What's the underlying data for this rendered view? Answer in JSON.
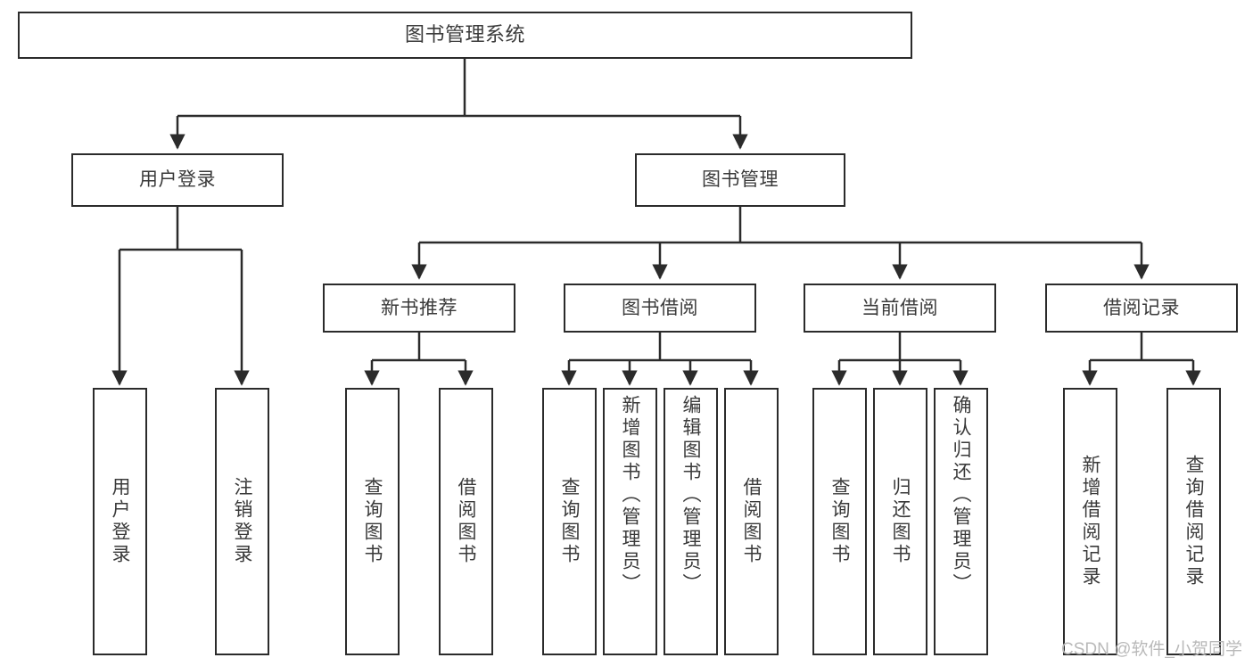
{
  "diagram": {
    "title": "图书管理系统",
    "type": "tree",
    "root": {
      "label": "图书管理系统"
    },
    "level2": [
      {
        "id": "user-login",
        "label": "用户登录"
      },
      {
        "id": "book-management",
        "label": "图书管理"
      }
    ],
    "level3": [
      {
        "id": "new-book-recommend",
        "label": "新书推荐",
        "parent": "book-management"
      },
      {
        "id": "book-borrow",
        "label": "图书借阅",
        "parent": "book-management"
      },
      {
        "id": "current-borrow",
        "label": "当前借阅",
        "parent": "book-management"
      },
      {
        "id": "borrow-record",
        "label": "借阅记录",
        "parent": "book-management"
      }
    ],
    "leaves": [
      {
        "id": "leaf-user-login",
        "label": "用户登录",
        "parent": "user-login"
      },
      {
        "id": "leaf-logout",
        "label": "注销登录",
        "parent": "user-login"
      },
      {
        "id": "leaf-query-book-1",
        "label": "查询图书",
        "parent": "new-book-recommend"
      },
      {
        "id": "leaf-borrow-book-1",
        "label": "借阅图书",
        "parent": "new-book-recommend"
      },
      {
        "id": "leaf-query-book-2",
        "label": "查询图书",
        "parent": "book-borrow"
      },
      {
        "id": "leaf-add-book",
        "label": "新增图书（管理员）",
        "parent": "book-borrow"
      },
      {
        "id": "leaf-edit-book",
        "label": "编辑图书（管理员）",
        "parent": "book-borrow"
      },
      {
        "id": "leaf-borrow-book-2",
        "label": "借阅图书",
        "parent": "book-borrow"
      },
      {
        "id": "leaf-query-book-3",
        "label": "查询图书",
        "parent": "current-borrow"
      },
      {
        "id": "leaf-return-book",
        "label": "归还图书",
        "parent": "current-borrow"
      },
      {
        "id": "leaf-confirm-return",
        "label": "确认归还（管理员）",
        "parent": "current-borrow"
      },
      {
        "id": "leaf-add-record",
        "label": "新增借阅记录",
        "parent": "borrow-record"
      },
      {
        "id": "leaf-query-record",
        "label": "查询借阅记录",
        "parent": "borrow-record"
      }
    ]
  },
  "watermark": {
    "text": "CSDN @软件_小贺同学"
  },
  "colors": {
    "stroke": "#2b2b2b",
    "text": "#3a3a3a",
    "background": "#ffffff",
    "watermark": "#b9b9b9"
  }
}
